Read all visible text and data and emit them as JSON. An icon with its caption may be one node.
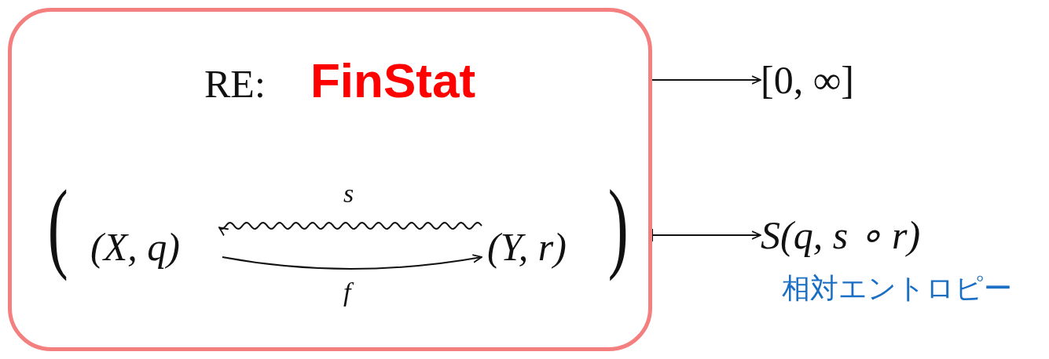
{
  "diagram": {
    "nodes": [
      {
        "text": [
          "RE:",
          "FinStat"
        ]
      },
      {
        "text": [
          "[0, ∞]"
        ]
      },
      {
        "text": [
          "(X, q)"
        ],
        "in": 0
      },
      {
        "text": [
          "(Y, r)"
        ],
        "in": 0
      },
      {
        "text": [
          "S(q, s ∘ r)"
        ],
        "beside": [
          "相対エントロピー"
        ]
      }
    ],
    "edges": [
      {
        "from": 0,
        "to": 1,
        "arrow": "to"
      },
      {
        "from": 2,
        "to": 3,
        "arrow": "to",
        "label": "f"
      },
      {
        "from": 3,
        "to": 2,
        "arrow": "to",
        "label": "s"
      },
      {
        "from": 0,
        "to": 4,
        "arrow": "to"
      }
    ],
    "labels": [
      "(",
      ")"
    ]
  }
}
